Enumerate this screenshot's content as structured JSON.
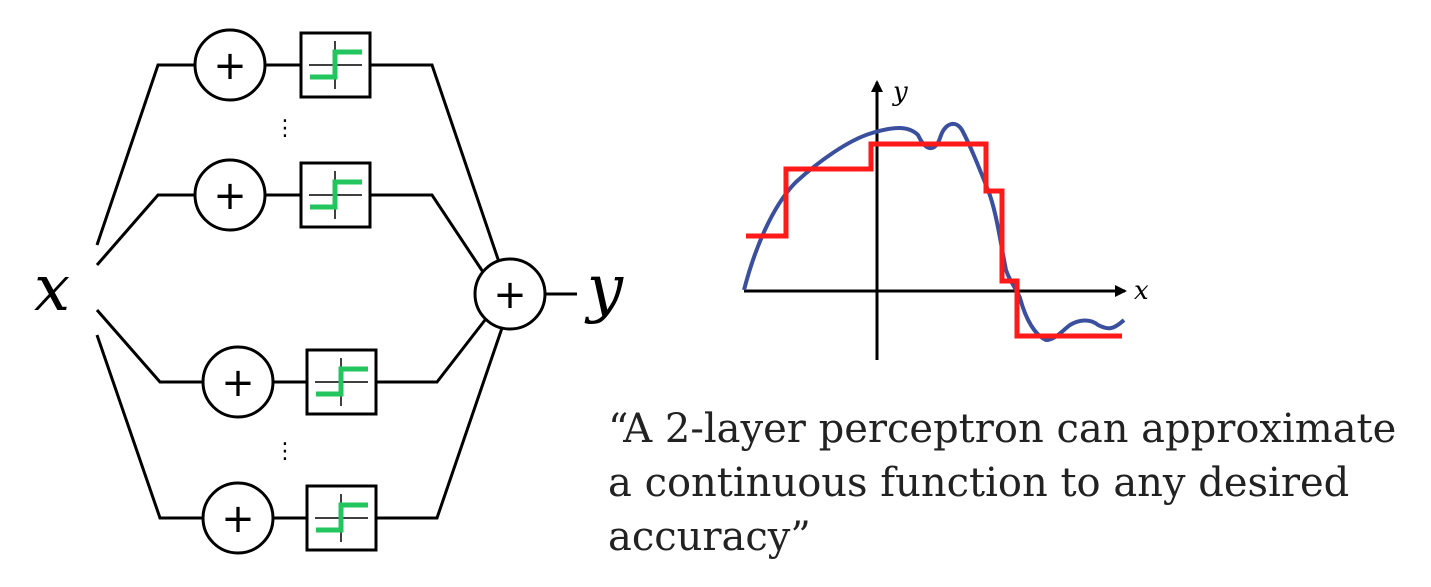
{
  "diagram": {
    "input_label": "x",
    "output_label": "y",
    "sum_symbol": "+",
    "ellipsis": "⋮"
  },
  "plot": {
    "x_axis_label": "x",
    "y_axis_label": "y",
    "colors": {
      "target_curve": "#3a4f9e",
      "step_approximation": "#ff1a1a",
      "activation_step": "#22c55e"
    }
  },
  "caption": {
    "lines": [
      "“A 2-layer perceptron can approximate",
      "a continuous function to any desired",
      "accuracy”"
    ]
  }
}
